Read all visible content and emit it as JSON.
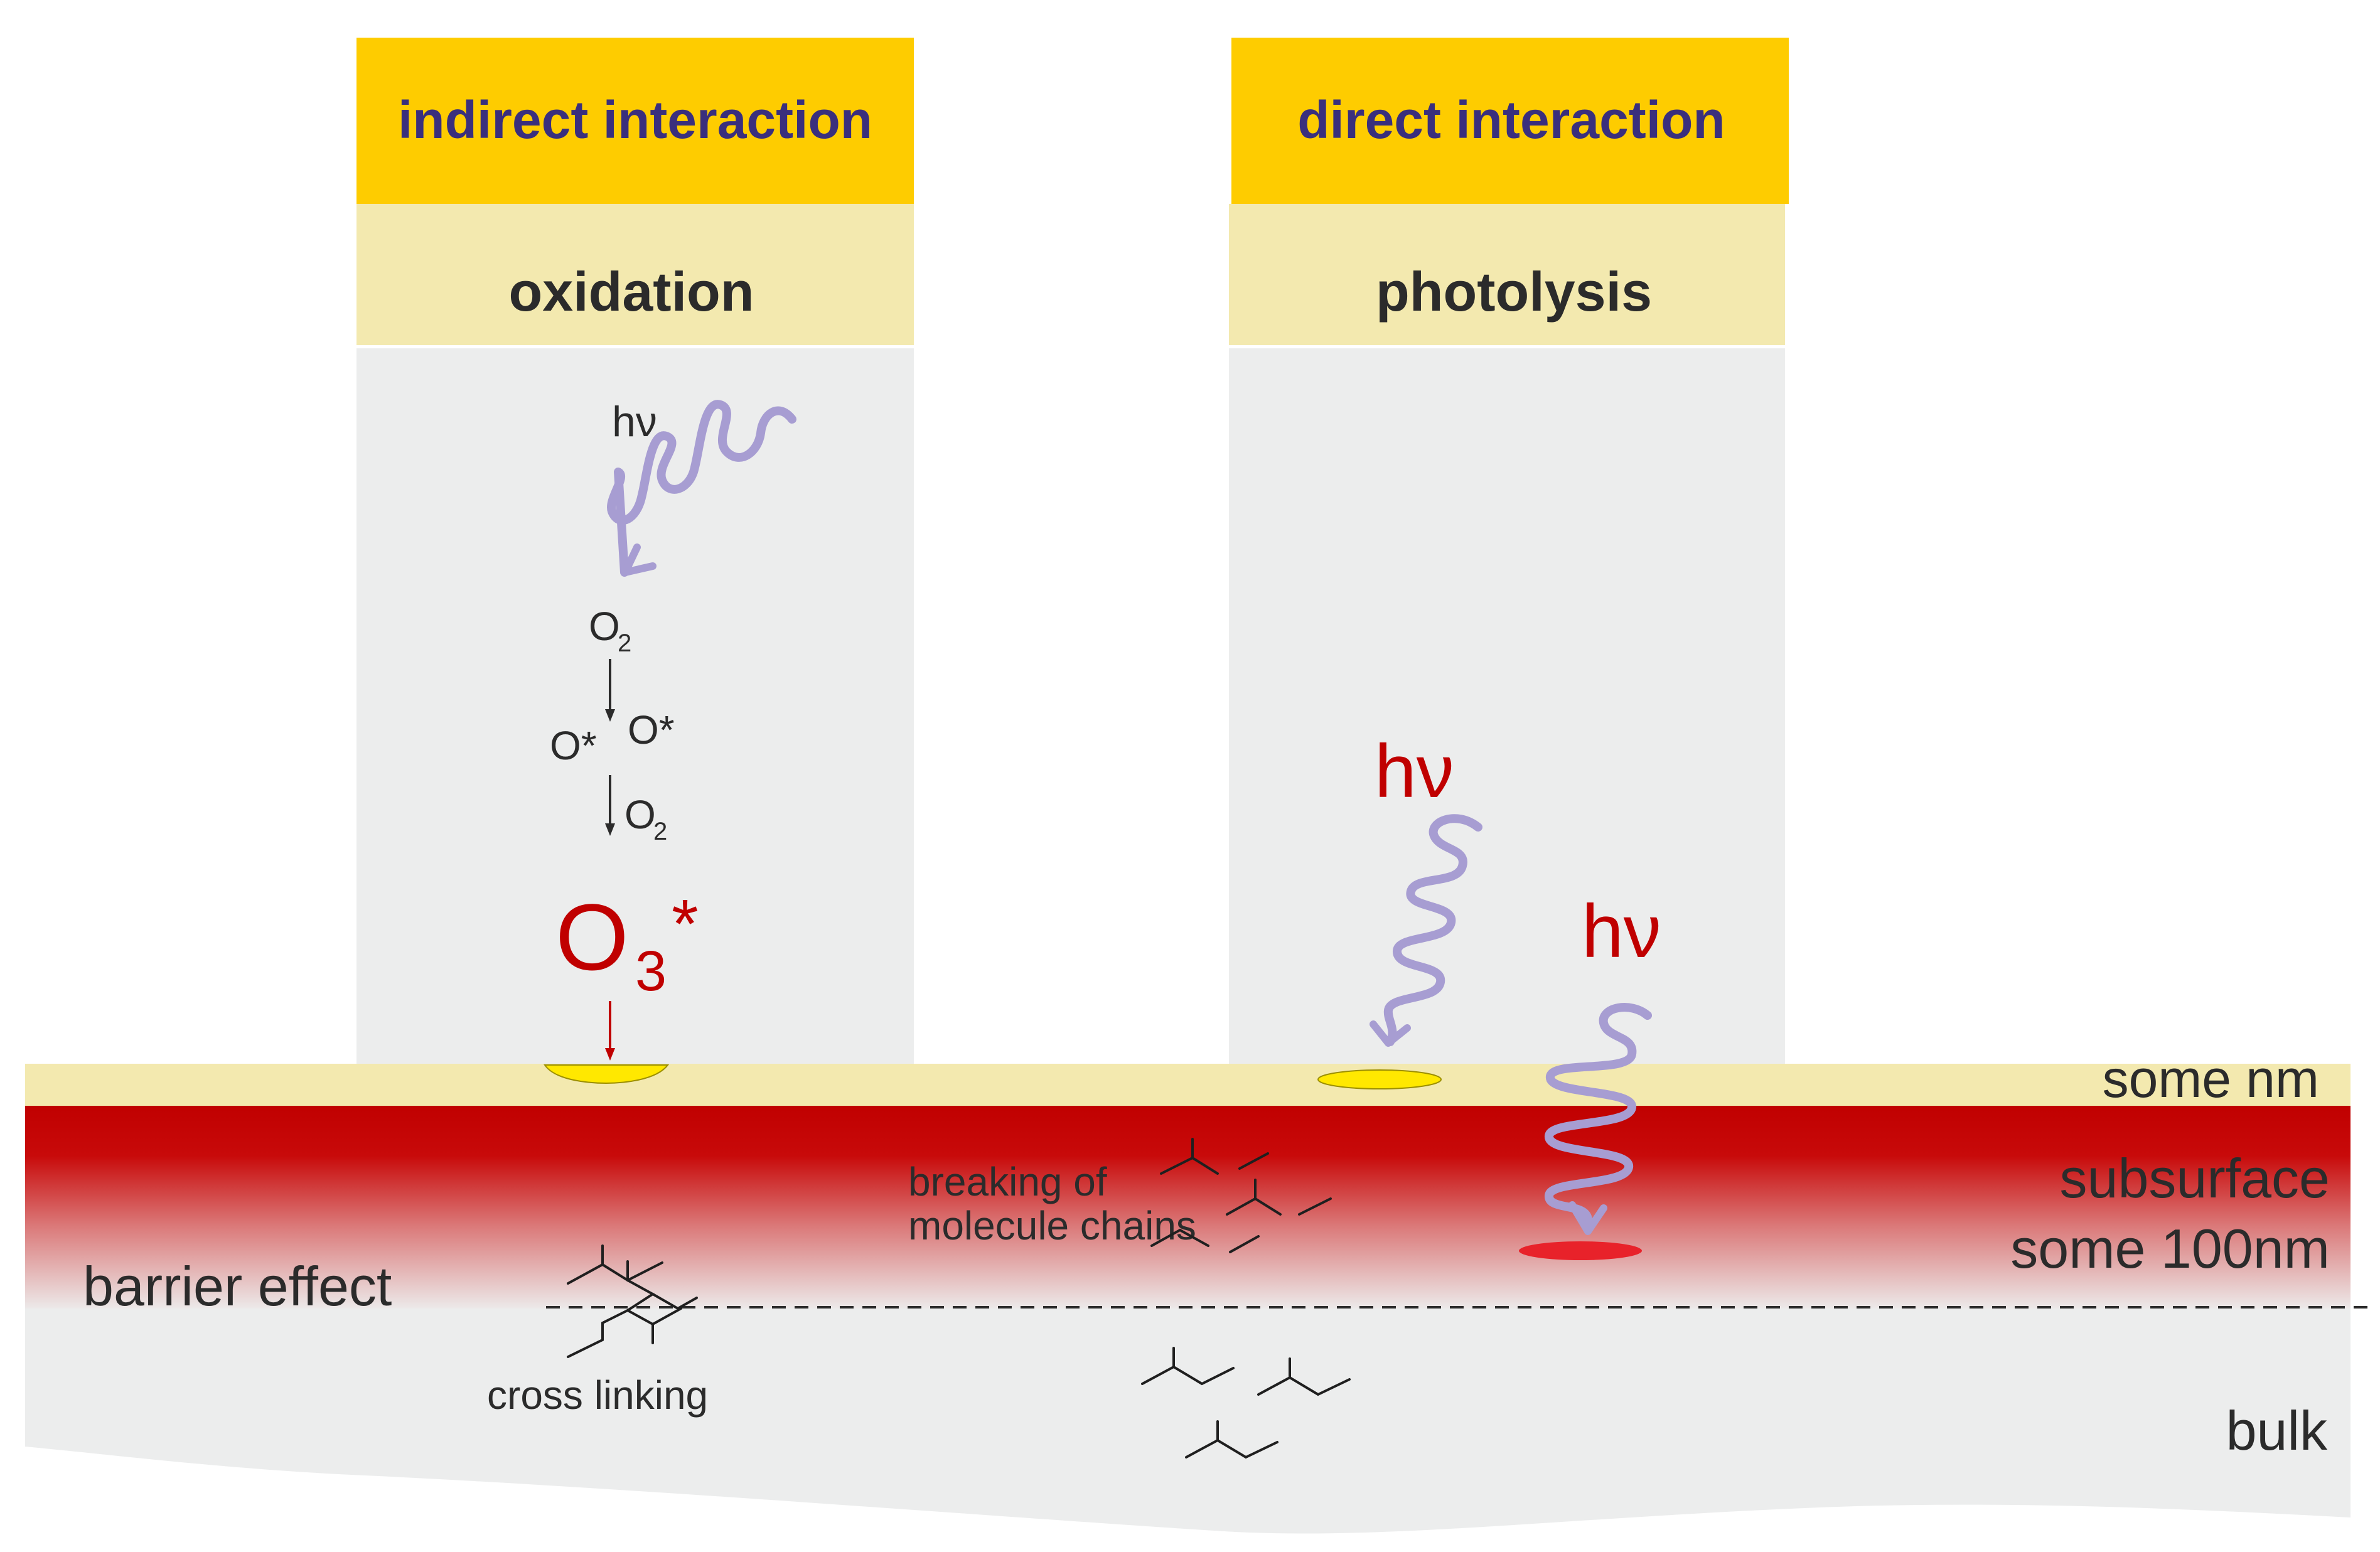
{
  "columns": {
    "left": {
      "header": "indirect interaction",
      "subheader": "oxidation"
    },
    "right": {
      "header": "direct interaction",
      "subheader": "photolysis"
    }
  },
  "chemistry": {
    "photon_left": "hν",
    "o2_top": "O",
    "o2_top_sub": "2",
    "o_star_1": "O*",
    "o_star_2": "O*",
    "o2_mid": "O",
    "o2_mid_sub": "2",
    "ozone": "O",
    "ozone_sub": "3",
    "ozone_star": "*",
    "photon_right_1": "hν",
    "photon_right_2": "hν"
  },
  "layers": {
    "surface": "some nm",
    "subsurface_1": "subsurface",
    "subsurface_2": "some 100nm",
    "bulk": "bulk"
  },
  "annotations": {
    "barrier": "barrier effect",
    "cross_linking": "cross linking",
    "breaking_1": "breaking of",
    "breaking_2": "molecule chains"
  },
  "colors": {
    "header": "#FECC00",
    "subheader": "#F3E9AF",
    "column_bg": "#ECEDED",
    "header_text": "#3A2F7D",
    "dark_text": "#2B2B2B",
    "red": "#C00000",
    "photon": "#A79DD2",
    "yellow_spot": "#FFE800",
    "red_spot": "#E8222A"
  }
}
